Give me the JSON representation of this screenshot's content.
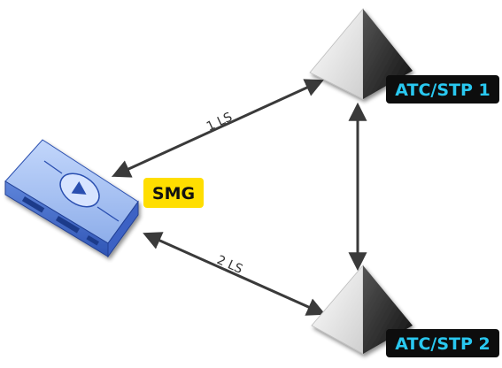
{
  "nodes": {
    "smg": {
      "label": "SMG",
      "label_bg": "#ffde00",
      "label_color": "#111111"
    },
    "stp1": {
      "label": "ATC/STP 1",
      "label_bg": "#0d0d0d",
      "label_color": "#29c8f0"
    },
    "stp2": {
      "label": "ATC/STP 2",
      "label_bg": "#0d0d0d",
      "label_color": "#29c8f0"
    }
  },
  "links": [
    {
      "from": "SMG",
      "to": "ATC/STP 1",
      "label": "1 LS"
    },
    {
      "from": "SMG",
      "to": "ATC/STP 2",
      "label": "2 LS"
    },
    {
      "from": "ATC/STP 1",
      "to": "ATC/STP 2",
      "label": ""
    }
  ],
  "colors": {
    "arrow": "#3a3a3a",
    "device_body": "#8fb0ee",
    "device_top": "#a9c4f6",
    "device_edge": "#2a4fb0",
    "pyramid_light": "#f2f2f2",
    "pyramid_dark": "#1c1c1c"
  },
  "icons": {
    "smg": "media-gateway-device-icon",
    "stp": "pyramid-network-node-icon"
  }
}
